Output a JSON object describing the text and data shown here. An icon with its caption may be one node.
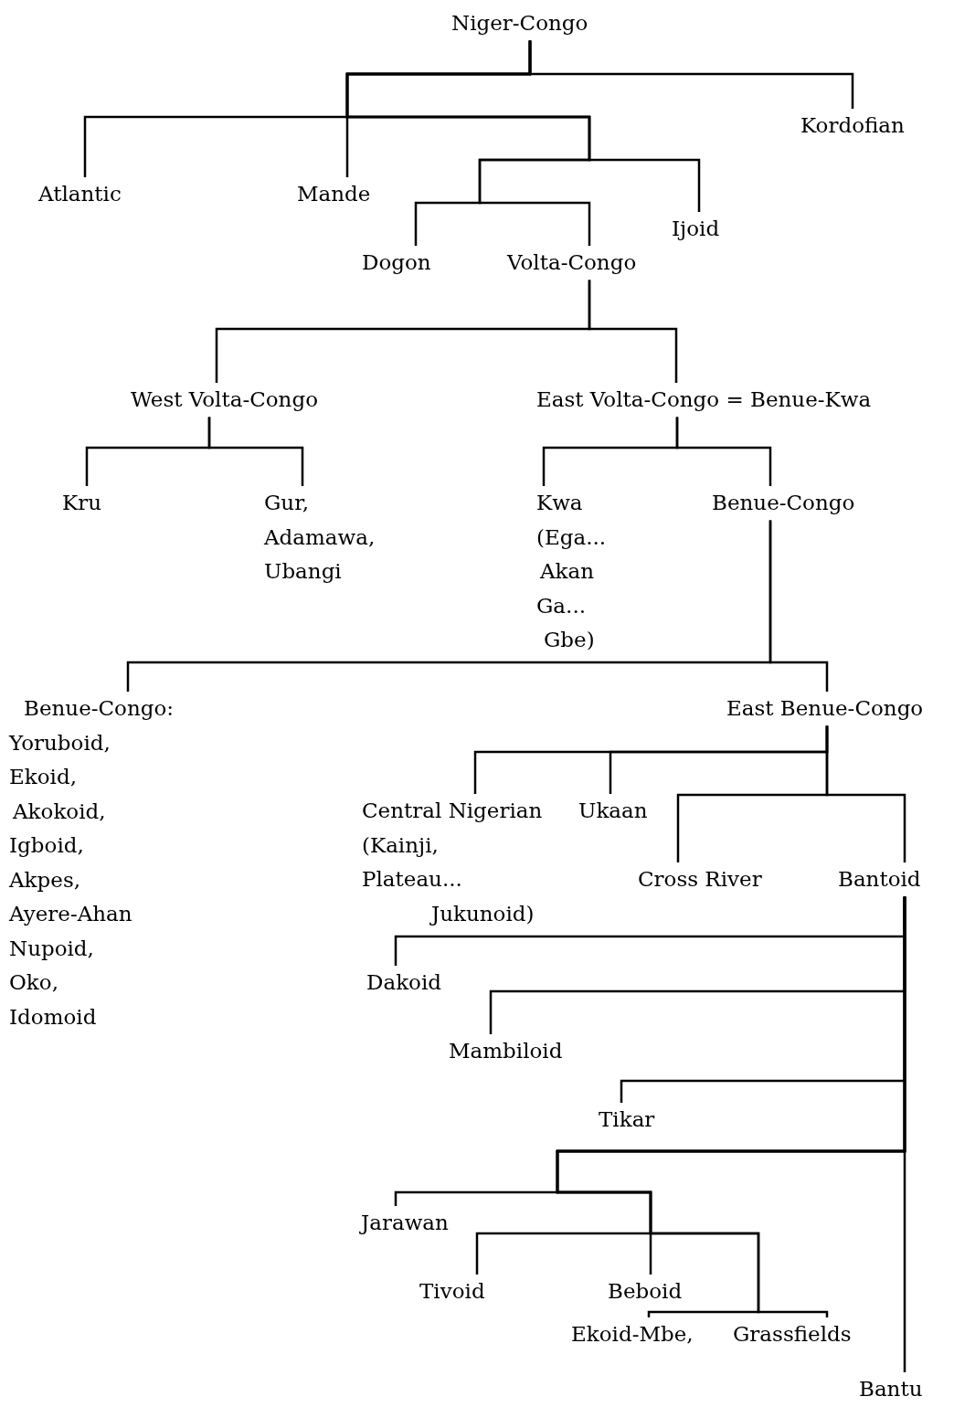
{
  "diagram": {
    "nodes": [
      {
        "text": [
          "Niger-Congo"
        ]
      },
      {
        "text": [
          "Atlantic"
        ]
      },
      {
        "text": [
          "Mande"
        ]
      },
      {
        "text": [
          "Kordofian"
        ]
      },
      {
        "text": [
          "Ijoid"
        ]
      },
      {
        "text": [
          "Dogon"
        ]
      },
      {
        "text": [
          "Volta-Congo"
        ]
      },
      {
        "text": [
          "West Volta-Congo"
        ]
      },
      {
        "text": [
          "East Volta-Congo = Benue-Kwa"
        ]
      },
      {
        "text": [
          "Kru"
        ]
      },
      {
        "text": [
          "Gur, Adamawa, Ubangi"
        ]
      },
      {
        "text": [
          "Kwa (Ega... Akan Ga... Gbe)"
        ]
      },
      {
        "text": [
          "Benue-Congo"
        ]
      },
      {
        "text": [
          "Benue-Congo: Yoruboid, Ekoid, Akokoid, Igboid, Akpes, Ayere-Ahan Nupoid, Oko, Idomoid"
        ]
      },
      {
        "text": [
          "East Benue-Congo"
        ]
      },
      {
        "text": [
          "Central Nigerian (Kainji, Plateau... Jukunoid)"
        ]
      },
      {
        "text": [
          "Ukaan"
        ]
      },
      {
        "text": [
          "Cross River"
        ]
      },
      {
        "text": [
          "Bantoid"
        ]
      },
      {
        "text": [
          "Dakoid"
        ]
      },
      {
        "text": [
          "Mambiloid"
        ]
      },
      {
        "text": [
          "Tikar"
        ]
      },
      {
        "text": [
          "Jarawan"
        ]
      },
      {
        "text": [
          "Tivoid"
        ]
      },
      {
        "text": [
          "Beboid"
        ]
      },
      {
        "text": [
          "Ekoid-Mbe,"
        ]
      },
      {
        "text": [
          "Grassfields"
        ]
      },
      {
        "text": [
          "Bantu"
        ]
      }
    ],
    "edges": [
      {
        "from": 0,
        "to": 1,
        "arrow": "none"
      },
      {
        "from": 0,
        "to": 2,
        "arrow": "none"
      },
      {
        "from": 0,
        "to": 3,
        "arrow": "none"
      },
      {
        "from": 0,
        "to": 4,
        "arrow": "none"
      },
      {
        "from": 0,
        "to": 5,
        "arrow": "none"
      },
      {
        "from": 0,
        "to": 6,
        "arrow": "none"
      },
      {
        "from": 6,
        "to": 7,
        "arrow": "none"
      },
      {
        "from": 6,
        "to": 8,
        "arrow": "none"
      },
      {
        "from": 7,
        "to": 9,
        "arrow": "none"
      },
      {
        "from": 7,
        "to": 10,
        "arrow": "none"
      },
      {
        "from": 8,
        "to": 11,
        "arrow": "none"
      },
      {
        "from": 8,
        "to": 12,
        "arrow": "none"
      },
      {
        "from": 12,
        "to": 13,
        "arrow": "none"
      },
      {
        "from": 12,
        "to": 14,
        "arrow": "none"
      },
      {
        "from": 14,
        "to": 15,
        "arrow": "none"
      },
      {
        "from": 14,
        "to": 16,
        "arrow": "none"
      },
      {
        "from": 14,
        "to": 17,
        "arrow": "none"
      },
      {
        "from": 14,
        "to": 18,
        "arrow": "none"
      },
      {
        "from": 18,
        "to": 19,
        "arrow": "none"
      },
      {
        "from": 18,
        "to": 20,
        "arrow": "none"
      },
      {
        "from": 18,
        "to": 21,
        "arrow": "none"
      },
      {
        "from": 18,
        "to": 22,
        "arrow": "none"
      },
      {
        "from": 18,
        "to": 23,
        "arrow": "none"
      },
      {
        "from": 18,
        "to": 24,
        "arrow": "none"
      },
      {
        "from": 18,
        "to": 25,
        "arrow": "none"
      },
      {
        "from": 18,
        "to": 26,
        "arrow": "none"
      },
      {
        "from": 18,
        "to": 27,
        "arrow": "none"
      }
    ]
  }
}
